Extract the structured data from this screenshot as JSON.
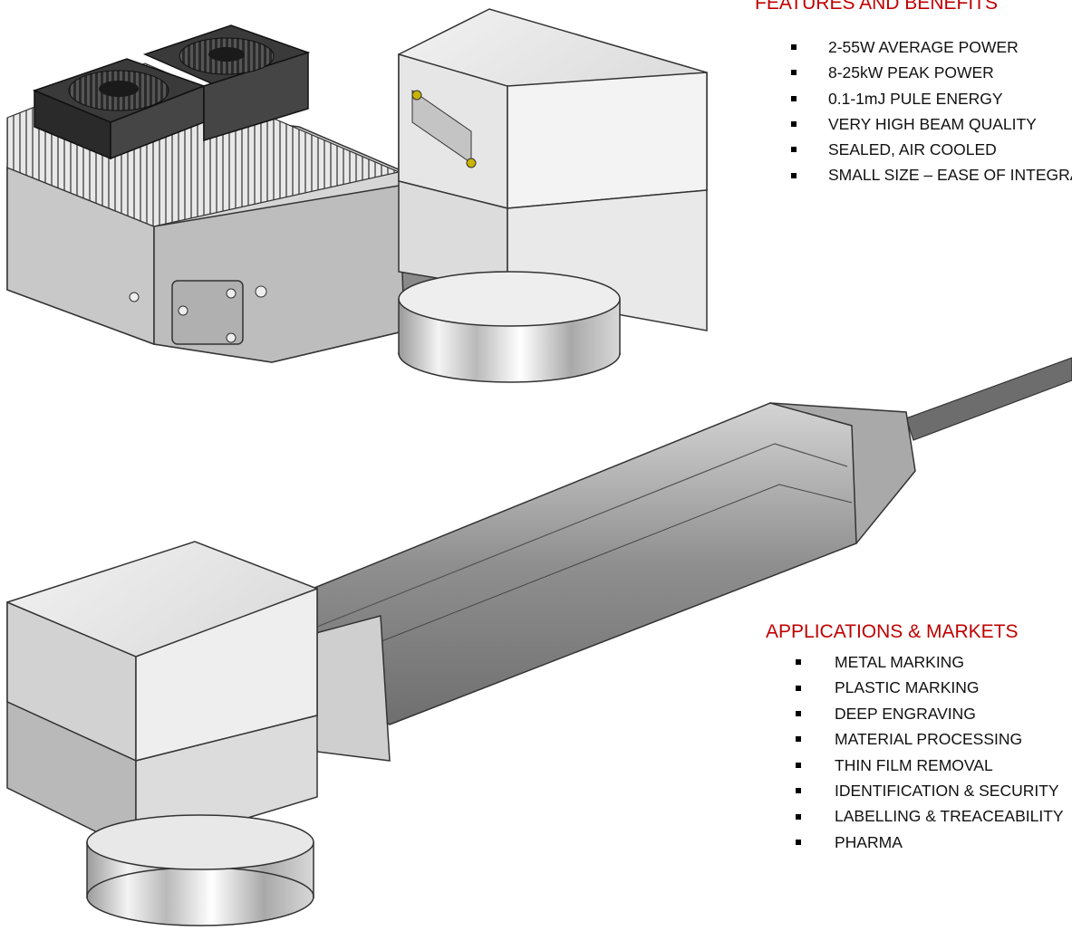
{
  "colors": {
    "heading": "#c00000",
    "text": "#111111",
    "bullet": "#000000"
  },
  "features": {
    "title": "FEATURES AND BENEFITS",
    "items": [
      "2-55W AVERAGE POWER",
      "8-25kW PEAK POWER",
      "0.1-1mJ PULE ENERGY",
      "VERY HIGH BEAM QUALITY",
      "SEALED, AIR COOLED",
      "SMALL SIZE – EASE OF INTEGRATION"
    ]
  },
  "applications": {
    "title": "APPLICATIONS & MARKETS",
    "items": [
      "METAL MARKING",
      "PLASTIC MARKING",
      "DEEP ENGRAVING",
      "MATERIAL PROCESSING",
      "THIN FILM REMOVAL",
      "IDENTIFICATION & SECURITY",
      "LABELLING & TREACEABILITY",
      "PHARMA"
    ]
  }
}
